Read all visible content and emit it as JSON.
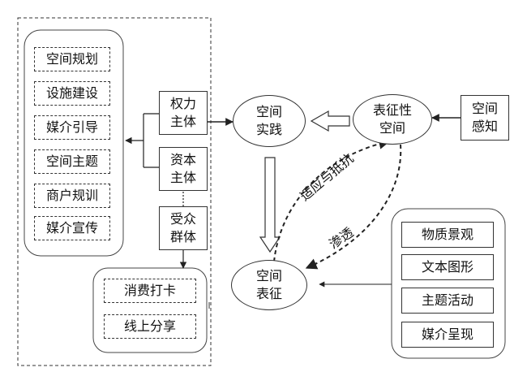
{
  "left_column": [
    "空间规划",
    "设施建设",
    "媒介引导",
    "空间主题",
    "商户规训",
    "媒介宣传"
  ],
  "actors": {
    "power_line1": "权力",
    "power_line2": "主体",
    "capital_line1": "资本",
    "capital_line2": "主体",
    "audience_line1": "受众",
    "audience_line2": "群体"
  },
  "audience_actions": [
    "消费打卡",
    "线上分享"
  ],
  "ellipses": {
    "practice_line1": "空间",
    "practice_line2": "实践",
    "representational_line1": "表征性",
    "representational_line2": "空间",
    "representation_line1": "空间",
    "representation_line2": "表征"
  },
  "perception": {
    "line1": "空间",
    "line2": "感知"
  },
  "relations": {
    "adapt": "适应与抵抗",
    "permeate": "渗透"
  },
  "right_column": [
    "物质景观",
    "文本图形",
    "主题活动",
    "媒介呈现"
  ]
}
